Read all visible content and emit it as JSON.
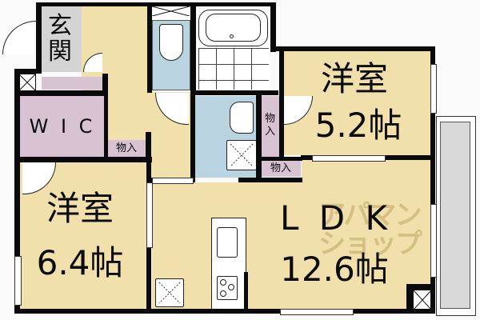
{
  "floor_plan": {
    "rooms": {
      "entrance": {
        "label_line1": "玄",
        "label_line2": "関"
      },
      "wic": {
        "label": "W I C"
      },
      "western_room_1": {
        "label": "洋室",
        "size": "5.2帖"
      },
      "western_room_2": {
        "label": "洋室",
        "size": "6.4帖"
      },
      "ldk": {
        "label": "L D K",
        "size": "12.6帖"
      },
      "storage_1": {
        "label": "物入"
      },
      "storage_2": {
        "label_line1": "物",
        "label_line2": "入"
      },
      "storage_3": {
        "label": "物入"
      }
    },
    "watermark": {
      "line1": "アパマン",
      "line2": "ショップ"
    },
    "colors": {
      "room": "#f1e0ac",
      "closet": "#d8c3d3",
      "wet_area": "#b9d3e0",
      "balcony": "#d9d9d9",
      "wall": "#0a0a0a"
    }
  }
}
